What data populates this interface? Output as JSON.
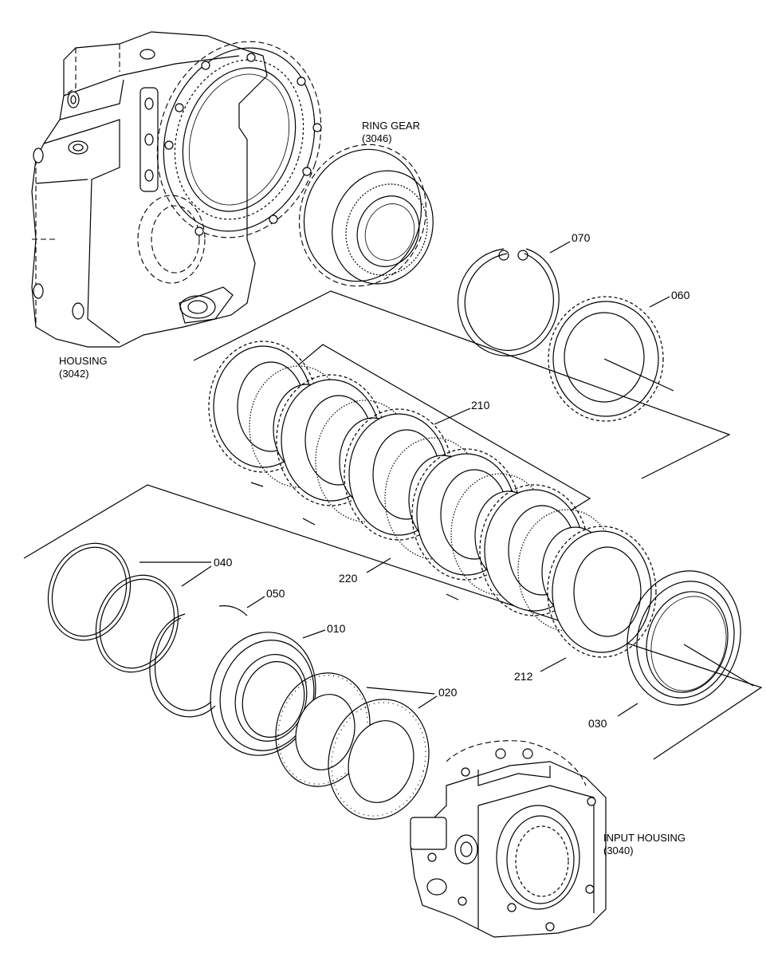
{
  "labels": {
    "ring_gear": {
      "name": "RING GEAR",
      "code": "(3046)"
    },
    "housing": {
      "name": "HOUSING",
      "code": "(3042)"
    },
    "input_housing": {
      "name": "INPUT HOUSING",
      "code": "(3040)"
    }
  },
  "callouts": {
    "p070": "070",
    "p060": "060",
    "p210": "210",
    "p220": "220",
    "p040": "040",
    "p050": "050",
    "p010": "010",
    "p020": "020",
    "p212": "212",
    "p030": "030"
  },
  "icons": [
    "housing-icon",
    "ring-gear-icon",
    "snap-ring-icon",
    "gear-disc-icon",
    "friction-disc-icon",
    "piston-icon",
    "seal-ring-icon",
    "thrust-washer-icon",
    "input-housing-icon"
  ]
}
